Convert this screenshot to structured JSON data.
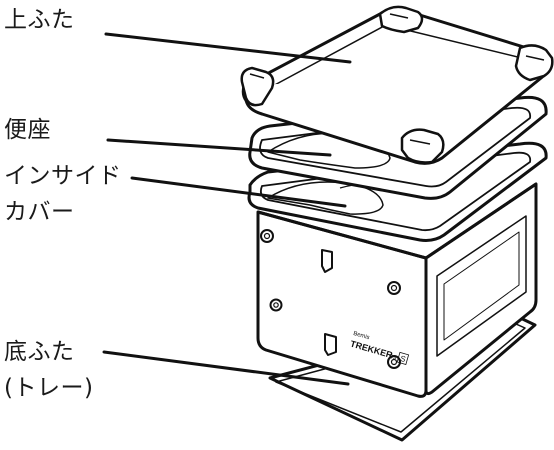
{
  "labels": {
    "lid": "上ふた",
    "seat": "便座",
    "inner_cover_line1": "インサイド",
    "inner_cover_line2": "カバー",
    "bottom_lid_line1": "底ふた",
    "bottom_lid_line2": "(トレー)"
  },
  "product_marking": {
    "brand": "Bemis",
    "model": "TREKKER",
    "model_suffix": "ss",
    "size_mark": "S"
  }
}
